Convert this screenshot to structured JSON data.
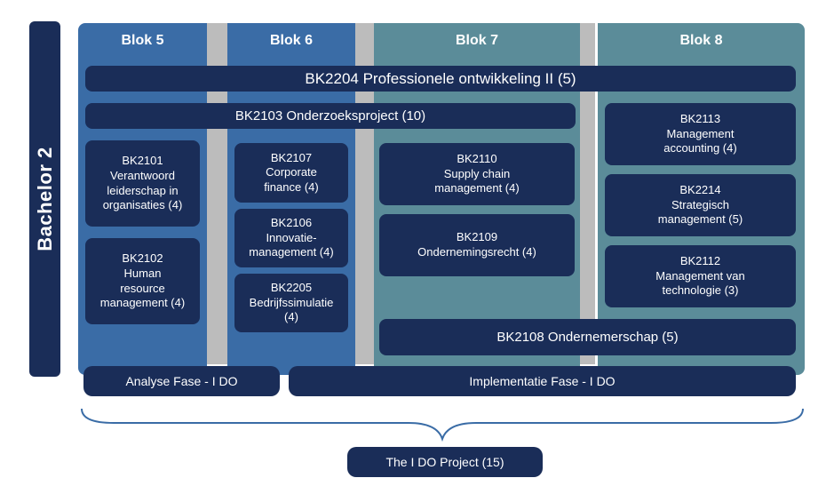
{
  "side_label": "Bachelor 2",
  "blocks": [
    "Blok 5",
    "Blok 6",
    "Blok 7",
    "Blok 8"
  ],
  "wide_courses": {
    "professional_dev": "BK2204 Professionele ontwikkeling II (5)",
    "research_project": "BK2103 Onderzoeksproject (10)",
    "entrepreneurship": "BK2108 Ondernemerschap (5)"
  },
  "courses": {
    "bk2101": "BK2101\nVerantwoord\nleiderschap in\norganisaties (4)",
    "bk2102": "BK2102\nHuman\nresource\nmanagement (4)",
    "bk2107": "BK2107\nCorporate\nfinance (4)",
    "bk2106": "BK2106\nInnovatie-\nmanagement (4)",
    "bk2205": "BK2205\nBedrijfssimulatie\n(4)",
    "bk2110": "BK2110\nSupply chain\nmanagement (4)",
    "bk2109": "BK2109\nOndernemingsrecht (4)",
    "bk2113": "BK2113\nManagement\naccounting (4)",
    "bk2214": "BK2214\nStrategisch\nmanagement (5)",
    "bk2112": "BK2112\nManagement van\ntechnologie (3)"
  },
  "phases": {
    "analysis": "Analyse Fase - I DO",
    "implementation": "Implementatie Fase - I DO"
  },
  "project": "The I DO Project (15)",
  "colors": {
    "navy": "#1a2d58",
    "blue_column": "#3a6ca6",
    "teal_column": "#5b8c99",
    "gap": "#bcbcbc",
    "brace": "#3a6ca6"
  }
}
